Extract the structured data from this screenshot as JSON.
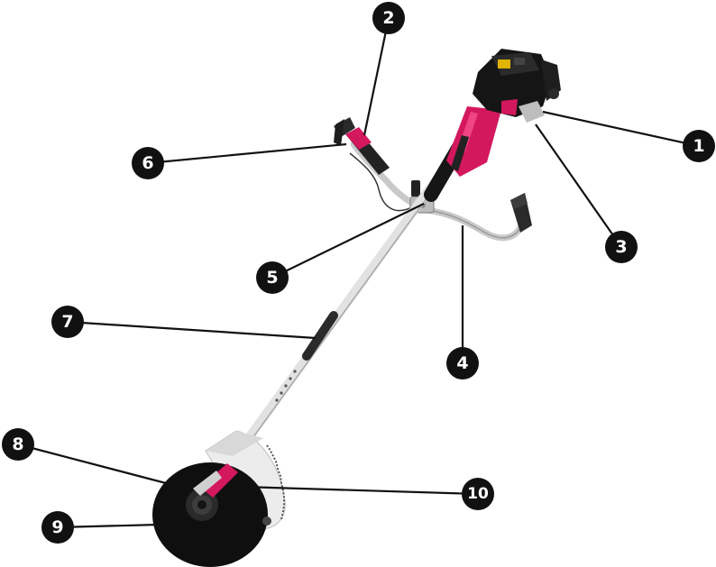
{
  "callouts": [
    {
      "id": 1,
      "label": "1"
    },
    {
      "id": 2,
      "label": "2"
    },
    {
      "id": 3,
      "label": "3"
    },
    {
      "id": 4,
      "label": "4"
    },
    {
      "id": 5,
      "label": "5"
    },
    {
      "id": 6,
      "label": "6"
    },
    {
      "id": 7,
      "label": "7"
    },
    {
      "id": 8,
      "label": "8"
    },
    {
      "id": 9,
      "label": "9"
    },
    {
      "id": 10,
      "label": "10"
    }
  ],
  "colors": {
    "accent": "#d3185e",
    "engine": "#111111",
    "shaft": "#d9d9d9",
    "callout": "#111111"
  }
}
